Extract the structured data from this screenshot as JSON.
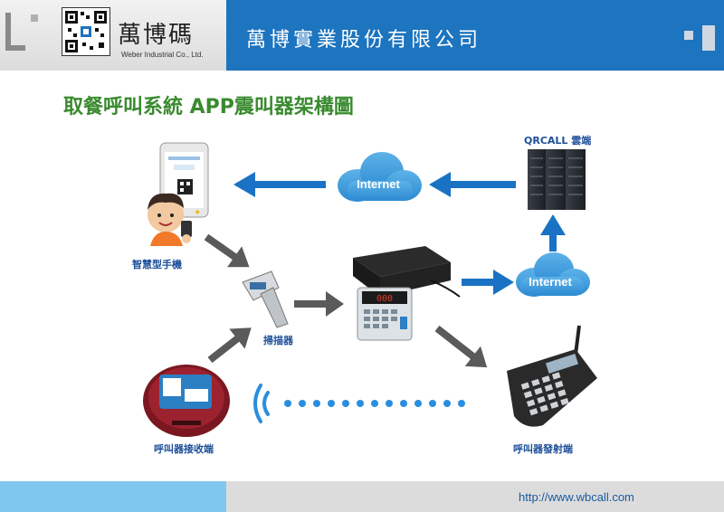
{
  "header": {
    "brand": "萬博碼",
    "brand_sub": "Weber Industrial Co., Ltd.",
    "company": "萬博實業股份有限公司"
  },
  "title": "取餐呼叫系統 APP震叫器架構圖",
  "nodes": {
    "cloud_server": "QRCALL 雲端",
    "internet_top": "Internet",
    "internet_mid": "Internet",
    "smartphone": "智慧型手機",
    "scanner": "掃描器",
    "receiver": "呼叫器接收端",
    "transmitter": "呼叫器發射端"
  },
  "footer": {
    "url": "http://www.wbcall.com"
  },
  "colors": {
    "header_blue": "#1d74bf",
    "title_green": "#3a8a2f",
    "arrow_blue": "#1a72c4",
    "arrow_gray": "#5a5a5a",
    "footer_blue": "#7fc7ee"
  }
}
